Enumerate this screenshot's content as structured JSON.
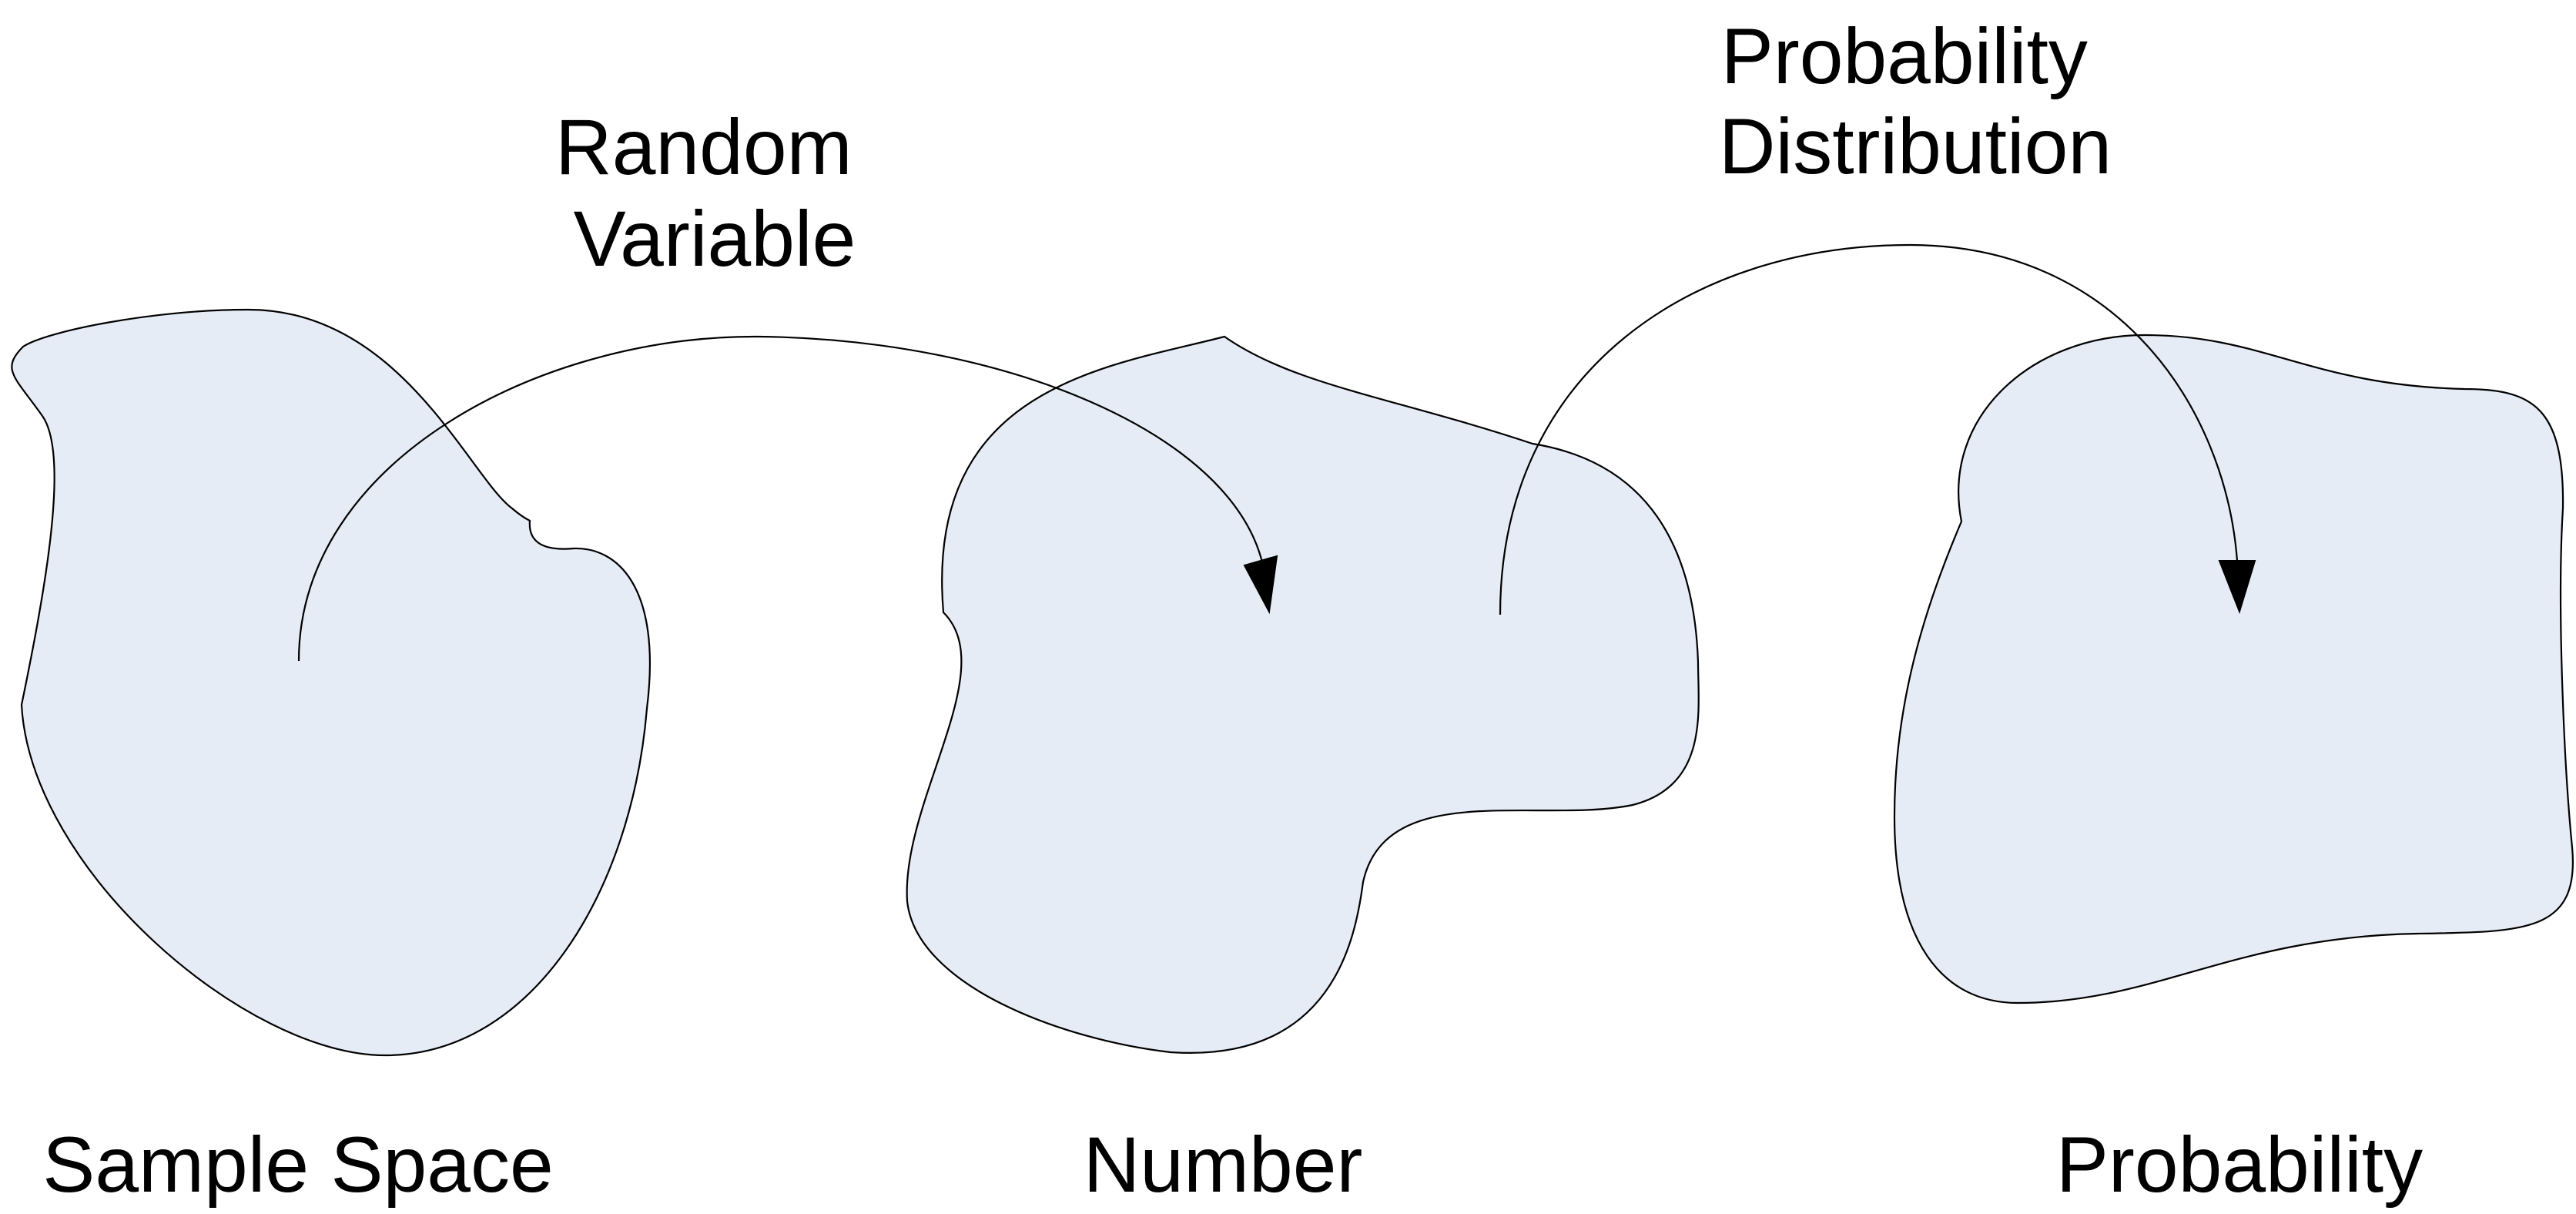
{
  "regions": [
    {
      "label": "Sample Space",
      "fill": "#e6ecf6"
    },
    {
      "label": "Number",
      "fill": "#e6ecf6"
    },
    {
      "label": "Probability",
      "fill": "#e6ecf6"
    }
  ],
  "mappings": [
    {
      "from": "Sample Space",
      "to": "Number",
      "label_lines": [
        "Random",
        "Variable"
      ]
    },
    {
      "from": "Number",
      "to": "Probability",
      "label_lines": [
        "Probability",
        "Distribution"
      ]
    }
  ],
  "colors": {
    "region_fill": "#e6ecf6",
    "stroke": "#000000",
    "background": "#ffffff"
  }
}
